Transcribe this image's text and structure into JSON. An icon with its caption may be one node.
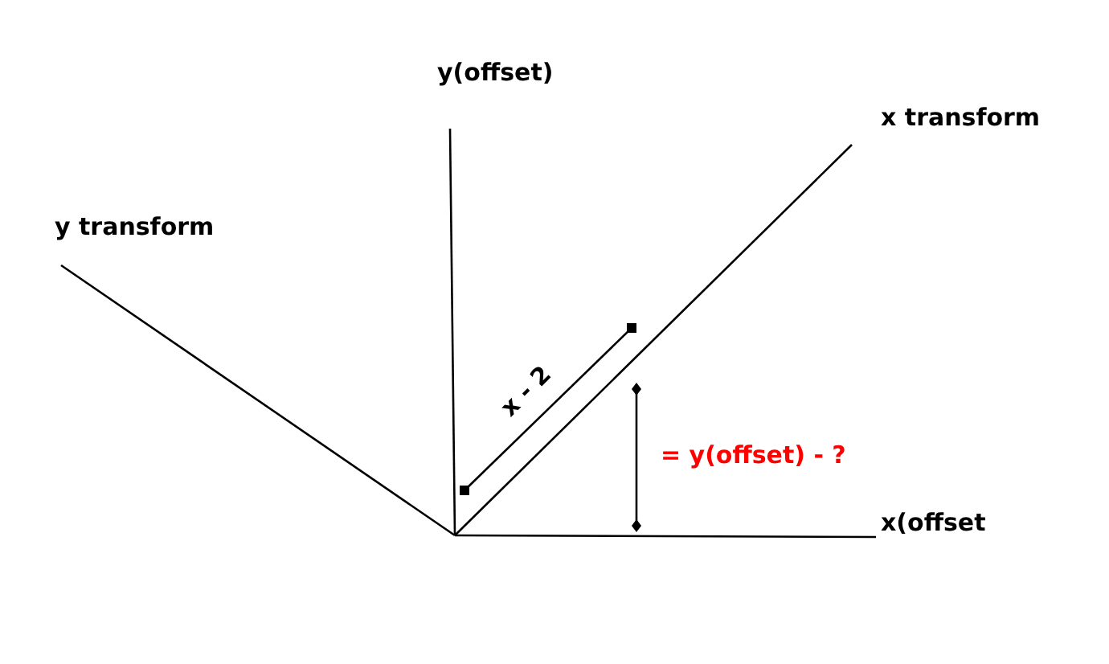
{
  "diagram": {
    "labels": [
      "y(offset)",
      "x transform",
      "y transform",
      "x - 2",
      "= y(offset) - ?",
      "x(offset"
    ]
  }
}
